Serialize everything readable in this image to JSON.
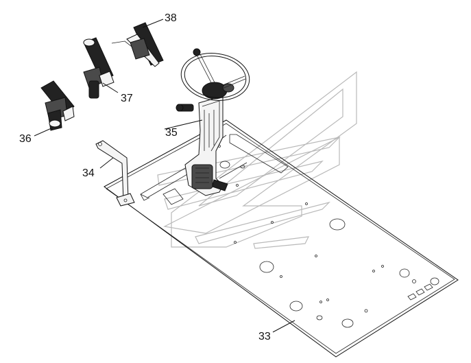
{
  "callouts": [
    {
      "id": "33",
      "text": "33"
    },
    {
      "id": "34",
      "text": "34"
    },
    {
      "id": "35",
      "text": "35"
    },
    {
      "id": "36",
      "text": "36"
    },
    {
      "id": "37",
      "text": "37"
    },
    {
      "id": "38",
      "text": "38"
    }
  ],
  "colors": {
    "line": "#111111",
    "watermark": "#b9b9b9",
    "part_fill": "#222222"
  },
  "icons": {
    "watermark": "stylized-logo-watermark"
  }
}
